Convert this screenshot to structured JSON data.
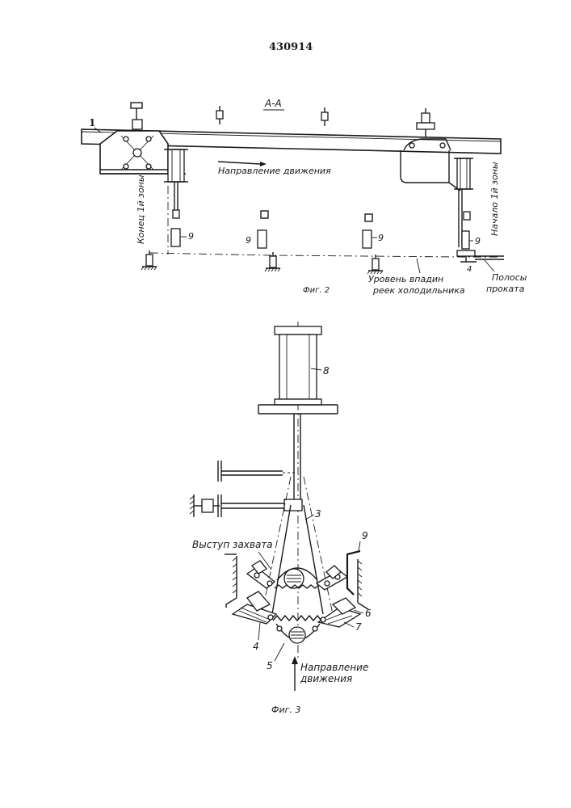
{
  "patent_number": "430914",
  "fig2": {
    "section_label": "А-А",
    "direction_label": "Направление движения",
    "end_zone_label": "Конец 1й зоны",
    "start_zone_label": "Начало 1й зоны",
    "level_label_line1": "Уровень впадин",
    "level_label_line2": "реек холодильника",
    "strips_label_line1": "Полосы",
    "strips_label_line2": "проката",
    "caption": "Фиг. 2",
    "callouts": {
      "beam": "1",
      "strip_a": "9",
      "strip_b": "9",
      "strip_c": "9",
      "strip_d": "9",
      "support": "4"
    }
  },
  "fig3": {
    "grip_label": "Выступ захвата",
    "direction_label_line1": "Направление",
    "direction_label_line2": "движения",
    "caption": "Фиг. 3",
    "callouts": {
      "cylinder": "8",
      "lever": "3",
      "left_finger": "4",
      "center_jaw": "5",
      "right_finger": "6",
      "right_jaw": "7",
      "strip": "9"
    }
  }
}
